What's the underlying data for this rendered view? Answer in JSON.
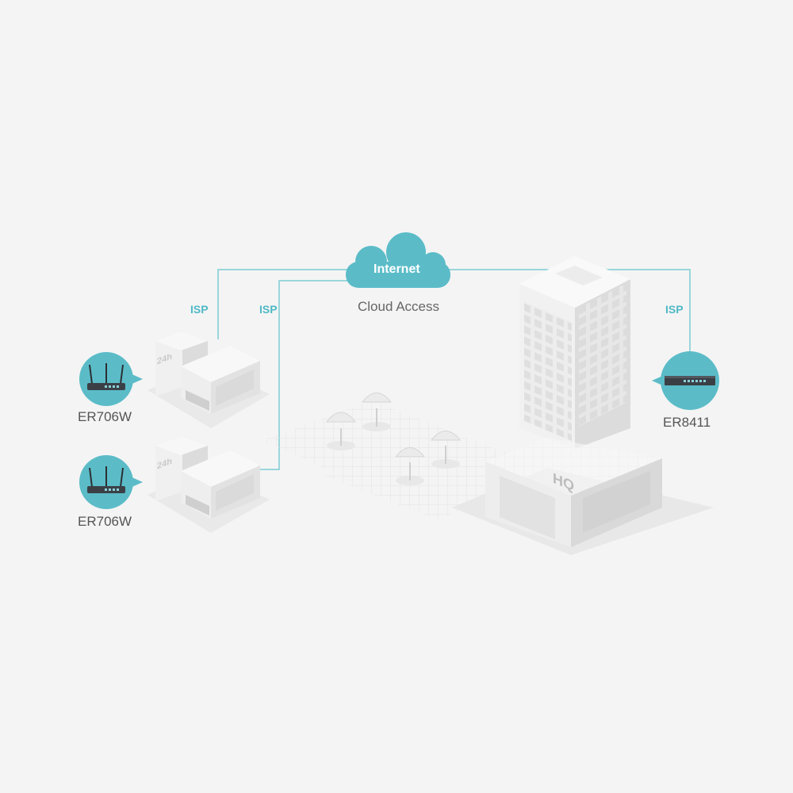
{
  "colors": {
    "accent": "#4fb9c6",
    "background": "#f4f4f4",
    "building_light": "#f1f1f1",
    "building_mid": "#e3e3e3",
    "building_dark": "#d4d4d4"
  },
  "cloud": {
    "label": "Internet",
    "caption": "Cloud Access"
  },
  "isp_labels": [
    "ISP",
    "ISP",
    "ISP"
  ],
  "branches": [
    {
      "device_name": "ER706W",
      "icon": "wifi-router-icon",
      "sign": "24h"
    },
    {
      "device_name": "ER706W",
      "icon": "wifi-router-icon",
      "sign": "24h"
    }
  ],
  "headquarters": {
    "sign": "HQ",
    "device_name": "ER8411",
    "icon": "rack-router-icon"
  }
}
